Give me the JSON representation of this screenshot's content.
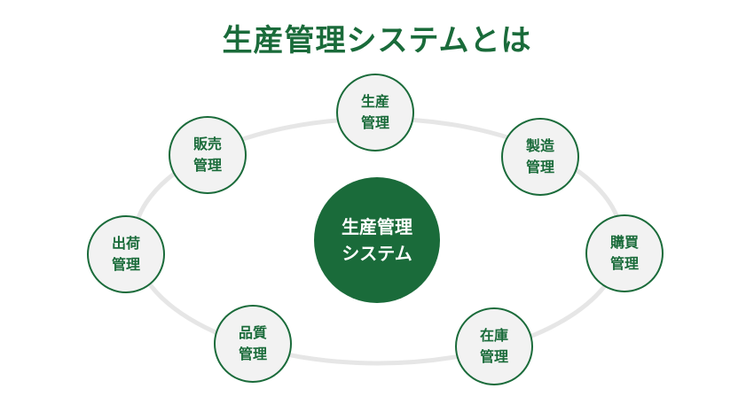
{
  "title": "生産管理システムとは",
  "center": {
    "line1": "生産管理",
    "line2": "システム"
  },
  "nodes": [
    {
      "line1": "生産",
      "line2": "管理"
    },
    {
      "line1": "製造",
      "line2": "管理"
    },
    {
      "line1": "購買",
      "line2": "管理"
    },
    {
      "line1": "在庫",
      "line2": "管理"
    },
    {
      "line1": "品質",
      "line2": "管理"
    },
    {
      "line1": "出荷",
      "line2": "管理"
    },
    {
      "line1": "販売",
      "line2": "管理"
    }
  ],
  "colors": {
    "accent": "#1a6b3a",
    "node_fill": "#f2f2f2",
    "orbit": "#e6e6e6"
  }
}
